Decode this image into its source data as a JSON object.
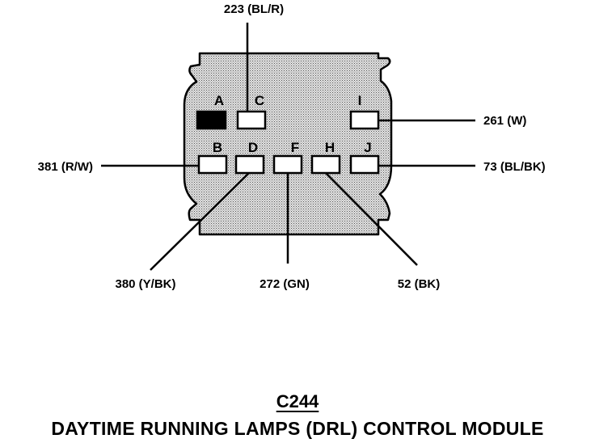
{
  "connector": {
    "id": "C244",
    "module_name": "DAYTIME RUNNING LAMPS (DRL) CONTROL MODULE"
  },
  "pins": {
    "A": {
      "letter": "A",
      "filled": true
    },
    "C": {
      "letter": "C"
    },
    "I": {
      "letter": "I"
    },
    "B": {
      "letter": "B"
    },
    "D": {
      "letter": "D"
    },
    "F": {
      "letter": "F"
    },
    "H": {
      "letter": "H"
    },
    "J": {
      "letter": "J"
    }
  },
  "wires": {
    "C": "223 (BL/R)",
    "I": "261 (W)",
    "B": "381 (R/W)",
    "J": "73 (BL/BK)",
    "D": "380 (Y/BK)",
    "F": "272 (GN)",
    "H": "52 (BK)"
  },
  "colors": {
    "ink": "#000000",
    "connector_fill": "#cfcfcf",
    "background": "#ffffff"
  }
}
